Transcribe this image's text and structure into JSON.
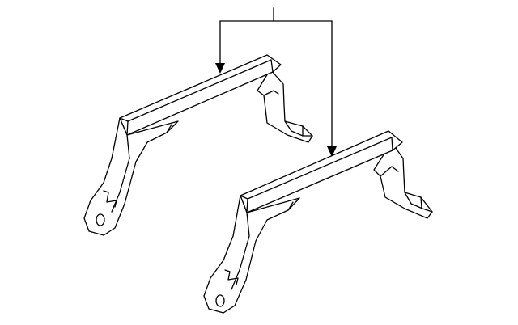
{
  "diagram": {
    "type": "parts-illustration",
    "colors": {
      "line": "#000000",
      "background": "#ffffff"
    },
    "parts": [
      {
        "name": "bracket",
        "count": 2
      }
    ],
    "callout": {
      "leaders": 2,
      "label": ""
    }
  }
}
